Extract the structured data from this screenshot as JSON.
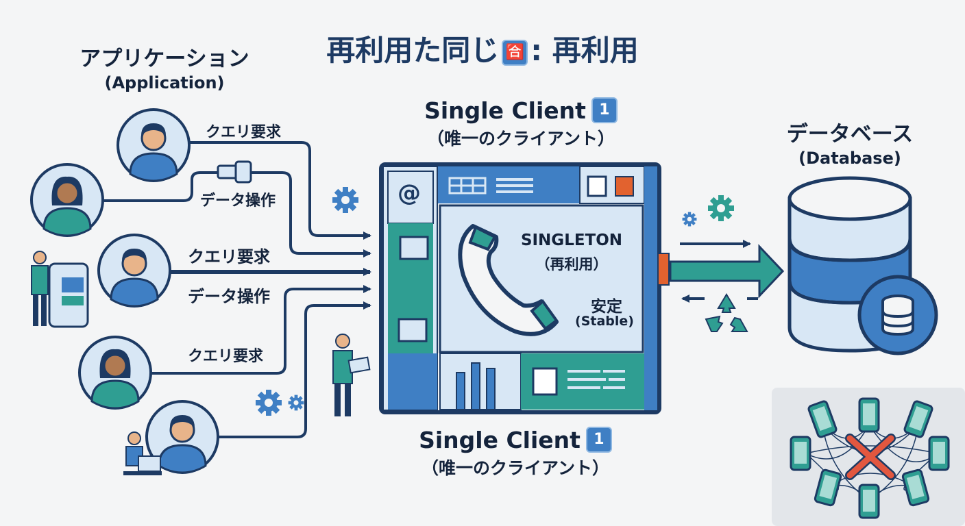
{
  "title": {
    "before": "再利用た同じ",
    "icon": "🈴",
    "after": ": 再利用"
  },
  "application": {
    "label_jp": "アプリケーション",
    "label_en": "(Application)"
  },
  "client_top": {
    "label": "Single Client",
    "badge": "1",
    "sub": "（唯一のクライアント）"
  },
  "client_bottom": {
    "label": "Single Client",
    "badge": "1",
    "sub": "（唯一のクライアント）"
  },
  "database": {
    "label_jp": "データベース",
    "label_en": "(Database)"
  },
  "connections": [
    {
      "label": "クエリ要求"
    },
    {
      "label": "データ操作"
    },
    {
      "label": "クエリ要求"
    },
    {
      "label": "データ操作"
    },
    {
      "label": "クエリ要求"
    }
  ],
  "core": {
    "singleton": "SINGLETON",
    "singleton_sub": "（再利用）",
    "stable_jp": "安定",
    "stable_en": "(Stable)",
    "at_symbol": "@"
  },
  "colors": {
    "navy": "#1d3a63",
    "blue": "#3f7fc4",
    "teal": "#2f9e92",
    "light_blue": "#d8e7f5",
    "orange": "#e2622f",
    "red_x": "#e2573f"
  },
  "icons": {
    "users": "user-avatar-icon",
    "gear": "gear-icon",
    "phone": "phone-handset-icon",
    "database": "database-cylinder-icon",
    "recycle": "recycle-icon",
    "anti_pattern": "many-connections-crossed-icon"
  }
}
